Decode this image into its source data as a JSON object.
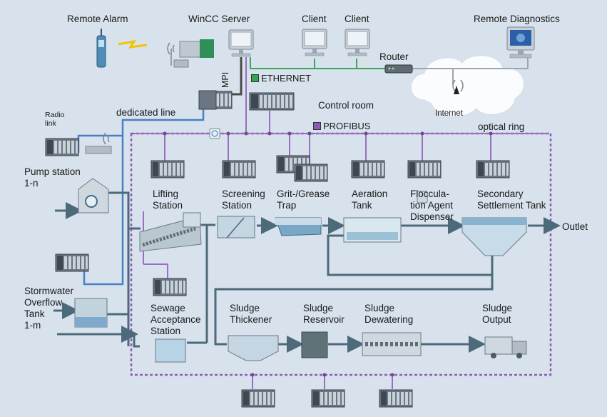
{
  "labels": {
    "remote_alarm": "Remote Alarm",
    "wincc_server": "WinCC Server",
    "client_1": "Client",
    "client_2": "Client",
    "remote_diagnostics": "Remote Diagnostics",
    "router": "Router",
    "ethernet": "ETHERNET",
    "mpi": "MPI",
    "control_room": "Control room",
    "internet": "Internet",
    "radio_link": "Radio\nlink",
    "dedicated_line": "dedicated line",
    "profibus": "PROFIBUS",
    "optical_ring": "optical ring",
    "pump_station": "Pump station\n1-n",
    "lifting_station": "Lifting\nStation",
    "screening_station": "Screening\nStation",
    "grit_grease_trap": "Grit-/Grease\nTrap",
    "aeration_tank": "Aeration\nTank",
    "flocculation_agent_dispenser": "Floccula-\ntion Agent\nDispenser",
    "secondary_settlement_tank": "Secondary\nSettlement Tank",
    "outlet": "Outlet",
    "stormwater_overflow_tank": "Stormwater\nOverflow\nTank\n1-m",
    "sewage_acceptance_station": "Sewage\nAcceptance\nStation",
    "sludge_thickener": "Sludge\nThickener",
    "sludge_reservoir": "Sludge\nReservoir",
    "sludge_dewatering": "Sludge\nDewatering",
    "sludge_output": "Sludge\nOutput"
  },
  "colors": {
    "background": "#d7e2ec",
    "ethernet": "#2fa84f",
    "profibus": "#8e5bb5",
    "mpi": "#4a4a4a",
    "dedicated_line": "#4a7fc8",
    "water_pipe": "#4d6a7a"
  },
  "icons": [
    "antenna-icon",
    "computer-icon",
    "router-icon",
    "cloud-icon",
    "plc-icon",
    "tank-icon",
    "truck-icon",
    "lightning-icon"
  ]
}
